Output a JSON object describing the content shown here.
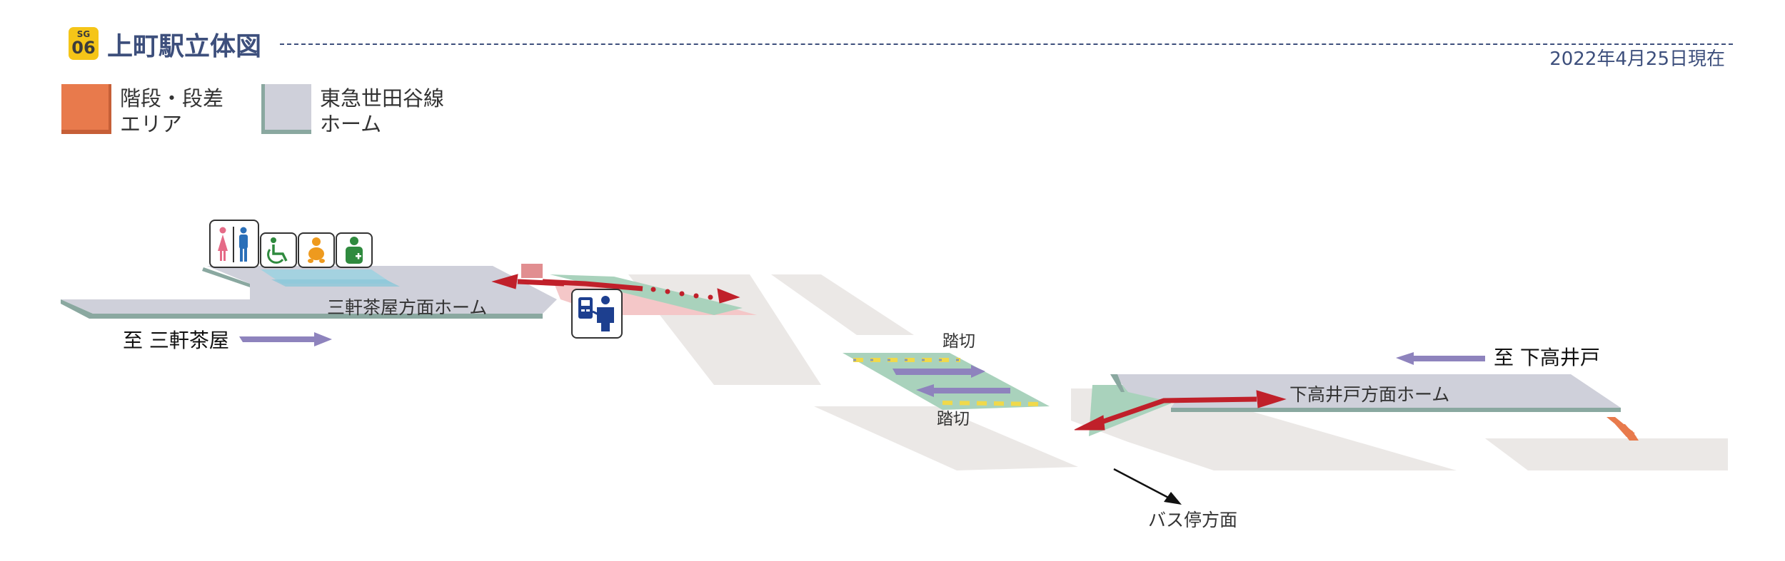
{
  "header": {
    "badge_line": "SG",
    "badge_code": "06",
    "title": "上町駅立体図",
    "date": "2022年4月25日現在"
  },
  "colors": {
    "accent": "#3d4f7c",
    "badge": "#f5c518",
    "stairs": "#e87a4c",
    "platform": "#cfd0da",
    "platform_edge": "#8aa8a0",
    "ground": "#ebe8e6",
    "route_red": "#c0202a",
    "crossing_green": "#a9d2bc",
    "train_arrow": "#8e83bd"
  },
  "legend": [
    {
      "name": "stairs",
      "line1": "階段・段差",
      "line2": "エリア",
      "color": "#e87a4c"
    },
    {
      "name": "platform",
      "line1": "東急世田谷線",
      "line2": "ホーム",
      "color": "#cfd0da"
    }
  ],
  "labels": {
    "platform_west": "三軒茶屋方面ホーム",
    "to_west": "至 三軒茶屋",
    "platform_east": "下高井戸方面ホーム",
    "to_east": "至 下高井戸",
    "crossing_north": "踏切",
    "crossing_south": "踏切",
    "bus_stop": "バス停方面"
  },
  "facilities": [
    {
      "name": "restroom-icon",
      "kind": "restroom"
    },
    {
      "name": "wheelchair-icon",
      "kind": "accessible"
    },
    {
      "name": "baby-care-icon",
      "kind": "baby"
    },
    {
      "name": "ostomate-icon",
      "kind": "ostomate"
    },
    {
      "name": "ticket-machine-icon",
      "kind": "ticket"
    }
  ]
}
